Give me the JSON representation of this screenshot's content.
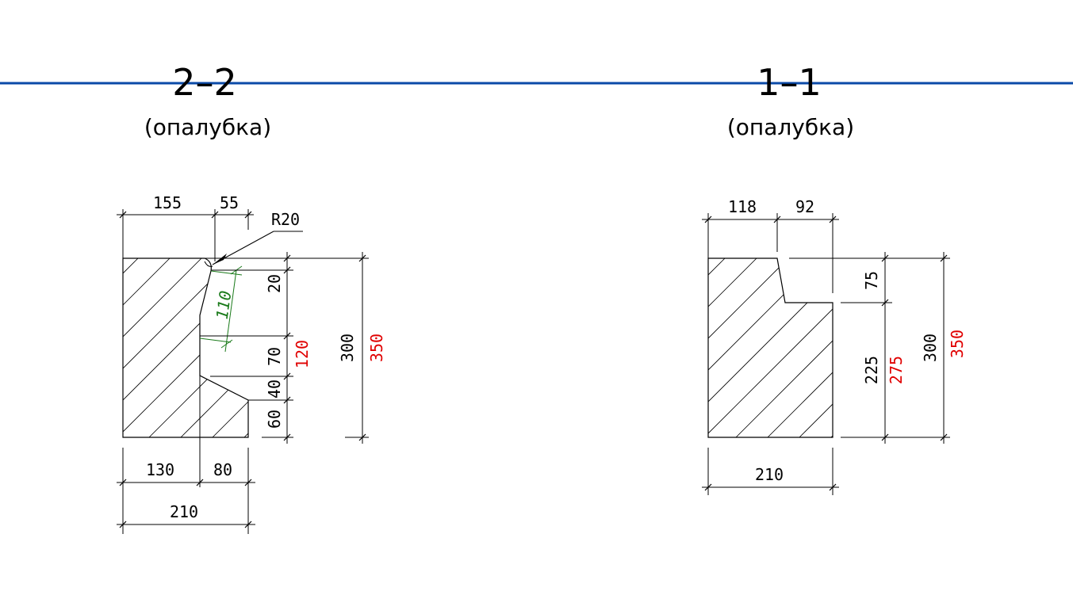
{
  "colors": {
    "section_line": "#0b4aa8",
    "red_dimension": "#e00000",
    "green_dimension": "#1a7a1a"
  },
  "section_2_2": {
    "title": "2–2",
    "subtitle": "(опалубка)",
    "dims": {
      "top_left": "155",
      "top_right": "55",
      "radius": "R20",
      "slope": "110",
      "v_20": "20",
      "v_70": "70",
      "v_40": "40",
      "v_60": "60",
      "v_120": "120",
      "v_300": "300",
      "v_350": "350",
      "bottom_left": "130",
      "bottom_right": "80",
      "bottom_total": "210"
    }
  },
  "section_1_1": {
    "title": "1–1",
    "subtitle": "(опалубка)",
    "dims": {
      "top_left": "118",
      "top_right": "92",
      "v_75": "75",
      "v_225": "225",
      "v_275": "275",
      "v_300": "300",
      "v_350": "350",
      "bottom_total": "210"
    }
  }
}
